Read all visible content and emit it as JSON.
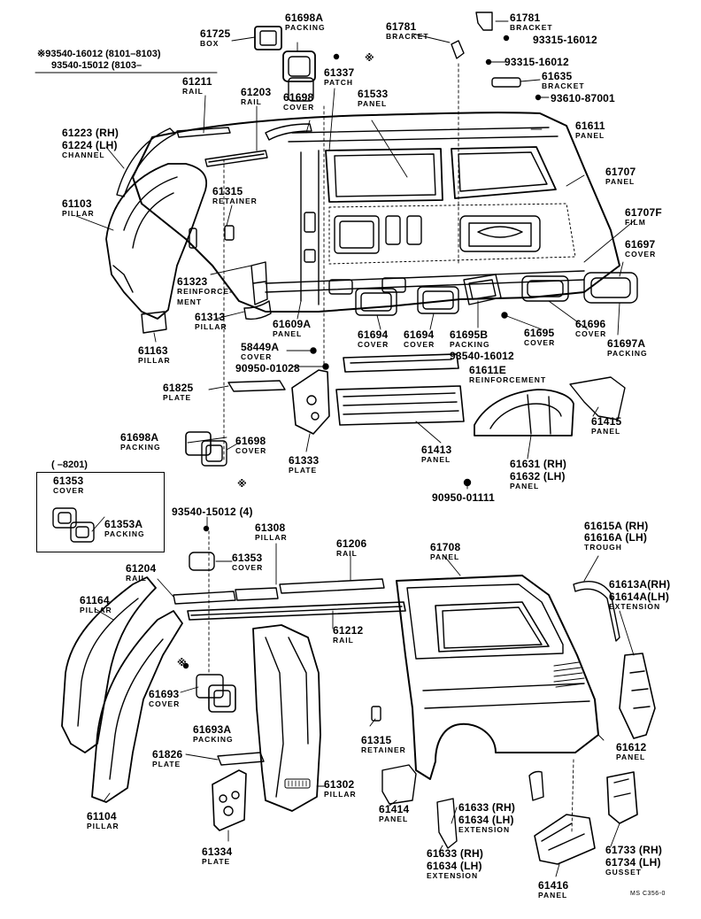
{
  "labels": [
    {
      "num": "61725",
      "name": "BOX"
    },
    {
      "num": "61698A",
      "name": "PACKING"
    },
    {
      "num": "61781",
      "name": "BRACKET"
    },
    {
      "num": "61781",
      "name": "BRACKET"
    },
    {
      "num": "93315-16012",
      "name": ""
    },
    {
      "num": "93315-16012",
      "name": ""
    },
    {
      "num": "61635",
      "name": "BRACKET"
    },
    {
      "num": "93610-87001",
      "name": ""
    },
    {
      "num": "61337",
      "name": "PATCH"
    },
    {
      "num": "61211",
      "name": "RAIL"
    },
    {
      "num": "61203",
      "name": "RAIL"
    },
    {
      "num": "61698",
      "name": "COVER"
    },
    {
      "num": "61533",
      "name": "PANEL"
    },
    {
      "num": "61611",
      "name": "PANEL"
    },
    {
      "num": "61223 (RH)",
      "name": ""
    },
    {
      "num": "61224 (LH)",
      "name": "CHANNEL"
    },
    {
      "num": "61707",
      "name": "PANEL"
    },
    {
      "num": "61103",
      "name": "PILLAR"
    },
    {
      "num": "61315",
      "name": "RETAINER"
    },
    {
      "num": "61707F",
      "name": "FILM"
    },
    {
      "num": "61697",
      "name": "COVER"
    },
    {
      "num": "61323",
      "name": "REINFORCE-"
    },
    {
      "num": "",
      "name": "MENT"
    },
    {
      "num": "61313",
      "name": "PILLAR"
    },
    {
      "num": "61609A",
      "name": "PANEL"
    },
    {
      "num": "61694",
      "name": "COVER"
    },
    {
      "num": "61694",
      "name": "COVER"
    },
    {
      "num": "61695B",
      "name": "PACKING"
    },
    {
      "num": "61695",
      "name": "COVER"
    },
    {
      "num": "61696",
      "name": "COVER"
    },
    {
      "num": "61697A",
      "name": "PACKING"
    },
    {
      "num": "61163",
      "name": "PILLAR"
    },
    {
      "num": "58449A",
      "name": "COVER"
    },
    {
      "num": "93540-16012",
      "name": ""
    },
    {
      "num": "90950-01028",
      "name": ""
    },
    {
      "num": "61611E",
      "name": "REINFORCEMENT"
    },
    {
      "num": "61825",
      "name": "PLATE"
    },
    {
      "num": "61415",
      "name": "PANEL"
    },
    {
      "num": "61698A",
      "name": "PACKING"
    },
    {
      "num": "61698",
      "name": "COVER"
    },
    {
      "num": "61413",
      "name": "PANEL"
    },
    {
      "num": "61333",
      "name": "PLATE"
    },
    {
      "num": "61631 (RH)",
      "name": ""
    },
    {
      "num": "61632 (LH)",
      "name": "PANEL"
    },
    {
      "num": "61353",
      "name": "COVER"
    },
    {
      "num": "61353A",
      "name": "PACKING"
    },
    {
      "num": "90950-01111",
      "name": ""
    },
    {
      "num": "93540-15012 (4)",
      "name": ""
    },
    {
      "num": "61308",
      "name": "PILLAR"
    },
    {
      "num": "61206",
      "name": "RAIL"
    },
    {
      "num": "61708",
      "name": "PANEL"
    },
    {
      "num": "61615A (RH)",
      "name": ""
    },
    {
      "num": "61616A (LH)",
      "name": "TROUGH"
    },
    {
      "num": "61353",
      "name": "COVER"
    },
    {
      "num": "61204",
      "name": "RAIL"
    },
    {
      "num": "61613A(RH)",
      "name": ""
    },
    {
      "num": "61614A(LH)",
      "name": "EXTENSION"
    },
    {
      "num": "61164",
      "name": "PILLAR"
    },
    {
      "num": "61212",
      "name": "RAIL"
    },
    {
      "num": "61693",
      "name": "COVER"
    },
    {
      "num": "61693A",
      "name": "PACKING"
    },
    {
      "num": "61315",
      "name": "RETAINER"
    },
    {
      "num": "61612",
      "name": "PANEL"
    },
    {
      "num": "61826",
      "name": "PLATE"
    },
    {
      "num": "61302",
      "name": "PILLAR"
    },
    {
      "num": "61414",
      "name": "PANEL"
    },
    {
      "num": "61633 (RH)",
      "name": ""
    },
    {
      "num": "61634 (LH)",
      "name": "EXTENSION"
    },
    {
      "num": "61104",
      "name": "PILLAR"
    },
    {
      "num": "61633 (RH)",
      "name": ""
    },
    {
      "num": "61634 (LH)",
      "name": "EXTENSION"
    },
    {
      "num": "61733 (RH)",
      "name": ""
    },
    {
      "num": "61734 (LH)",
      "name": "GUSSET"
    },
    {
      "num": "61334",
      "name": "PLATE"
    },
    {
      "num": "61416",
      "name": "PANEL"
    }
  ],
  "notes": {
    "star_note_1": "※93540-16012 (8101–8103)",
    "star_note_2": "93540-15012 (8103–",
    "inset_title": "(      –8201)",
    "star": "※",
    "drawing_code": "MS C356-0"
  }
}
